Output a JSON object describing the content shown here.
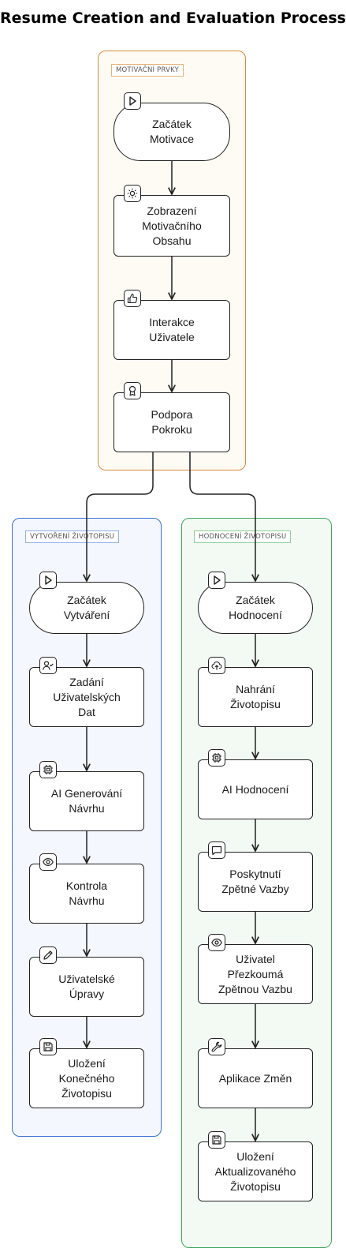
{
  "title": "Resume Creation and Evaluation Process",
  "groups": {
    "motivation": {
      "label": "MOTIVAČNÍ PRVKY",
      "color": "#d9893a",
      "nodes": [
        {
          "label": "Začátek\nMotivace",
          "icon": "play-icon"
        },
        {
          "label": "Zobrazení\nMotivačního\nObsahu",
          "icon": "sun-icon"
        },
        {
          "label": "Interakce\nUživatele",
          "icon": "thumbs-up-icon"
        },
        {
          "label": "Podpora\nPokroku",
          "icon": "award-icon"
        }
      ]
    },
    "creation": {
      "label": "VYTVOŘENÍ ŽIVOTOPISU",
      "color": "#3b6fd4",
      "nodes": [
        {
          "label": "Začátek\nVytváření",
          "icon": "play-icon"
        },
        {
          "label": "Zadání\nUživatelských\nDat",
          "icon": "user-check-icon"
        },
        {
          "label": "AI Generování\nNávrhu",
          "icon": "cpu-icon"
        },
        {
          "label": "Kontrola\nNávrhu",
          "icon": "eye-icon"
        },
        {
          "label": "Uživatelské\nÚpravy",
          "icon": "pencil-icon"
        },
        {
          "label": "Uložení\nKonečného\nŽivotopisu",
          "icon": "save-icon"
        }
      ]
    },
    "evaluation": {
      "label": "HODNOCENÍ ŽIVOTOPISU",
      "color": "#3da65a",
      "nodes": [
        {
          "label": "Začátek\nHodnocení",
          "icon": "play-icon"
        },
        {
          "label": "Nahrání\nŽivotopisu",
          "icon": "upload-cloud-icon"
        },
        {
          "label": "AI Hodnocení",
          "icon": "cpu-icon"
        },
        {
          "label": "Poskytnutí\nZpětné Vazby",
          "icon": "message-icon"
        },
        {
          "label": "Uživatel\nPřezkoumá\nZpětnou Vazbu",
          "icon": "eye-icon"
        },
        {
          "label": "Aplikace Změn",
          "icon": "wrench-icon"
        },
        {
          "label": "Uložení\nAktualizovaného\nŽivotopisu",
          "icon": "save-icon"
        }
      ]
    }
  }
}
